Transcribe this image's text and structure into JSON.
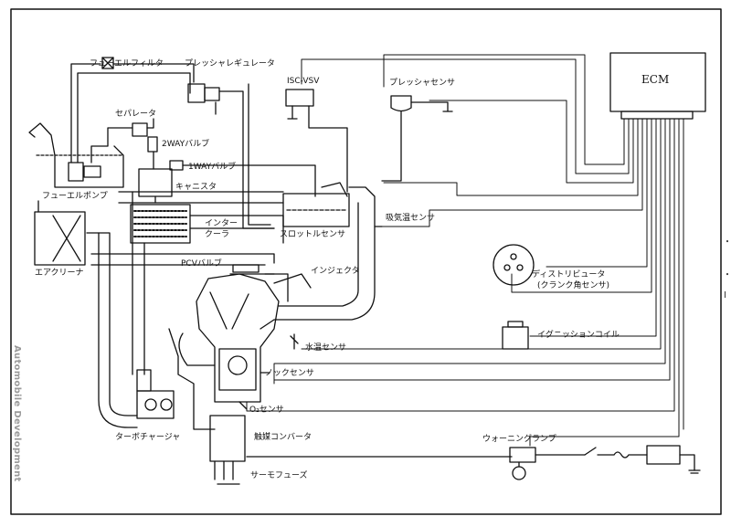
{
  "ecm": "ECM",
  "labels": {
    "fuel_filter": "フューエルフィルタ",
    "pressure_regulator": "プレッシャレギュレータ",
    "isc_vsv": "ISC-VSV",
    "pressure_sensor": "プレッシャセンサ",
    "separator": "セパレータ",
    "two_way_valve": "2WAYバルブ",
    "one_way_valve": "1WAYバルブ",
    "canister": "キャニスタ",
    "fuel_pump": "フューエルポンプ",
    "intake_temp_sensor": "吸気温センサ",
    "intercooler_1": "インター",
    "intercooler_2": "クーラ",
    "throttle_sensor": "スロットルセンサ",
    "air_cleaner": "エアクリーナ",
    "pcv_valve": "PCVバルブ",
    "injector": "インジェクタ",
    "distributor": "ディストリビュータ",
    "crank_sensor": "(クランク角センサ)",
    "ignition_coil": "イグニッションコイル",
    "water_temp_sensor": "水温センサ",
    "knock_sensor": "ノックセンサ",
    "o2_sensor": "O₂センサ",
    "turbocharger": "ターボチャージャ",
    "catalytic_converter": "触媒コンバータ",
    "warning_lamp": "ウォーニングランプ",
    "thermo_fuse": "サーモフューズ"
  },
  "watermark": "Automobile Development",
  "edge_text": [
    "・",
    "・",
    "I"
  ]
}
